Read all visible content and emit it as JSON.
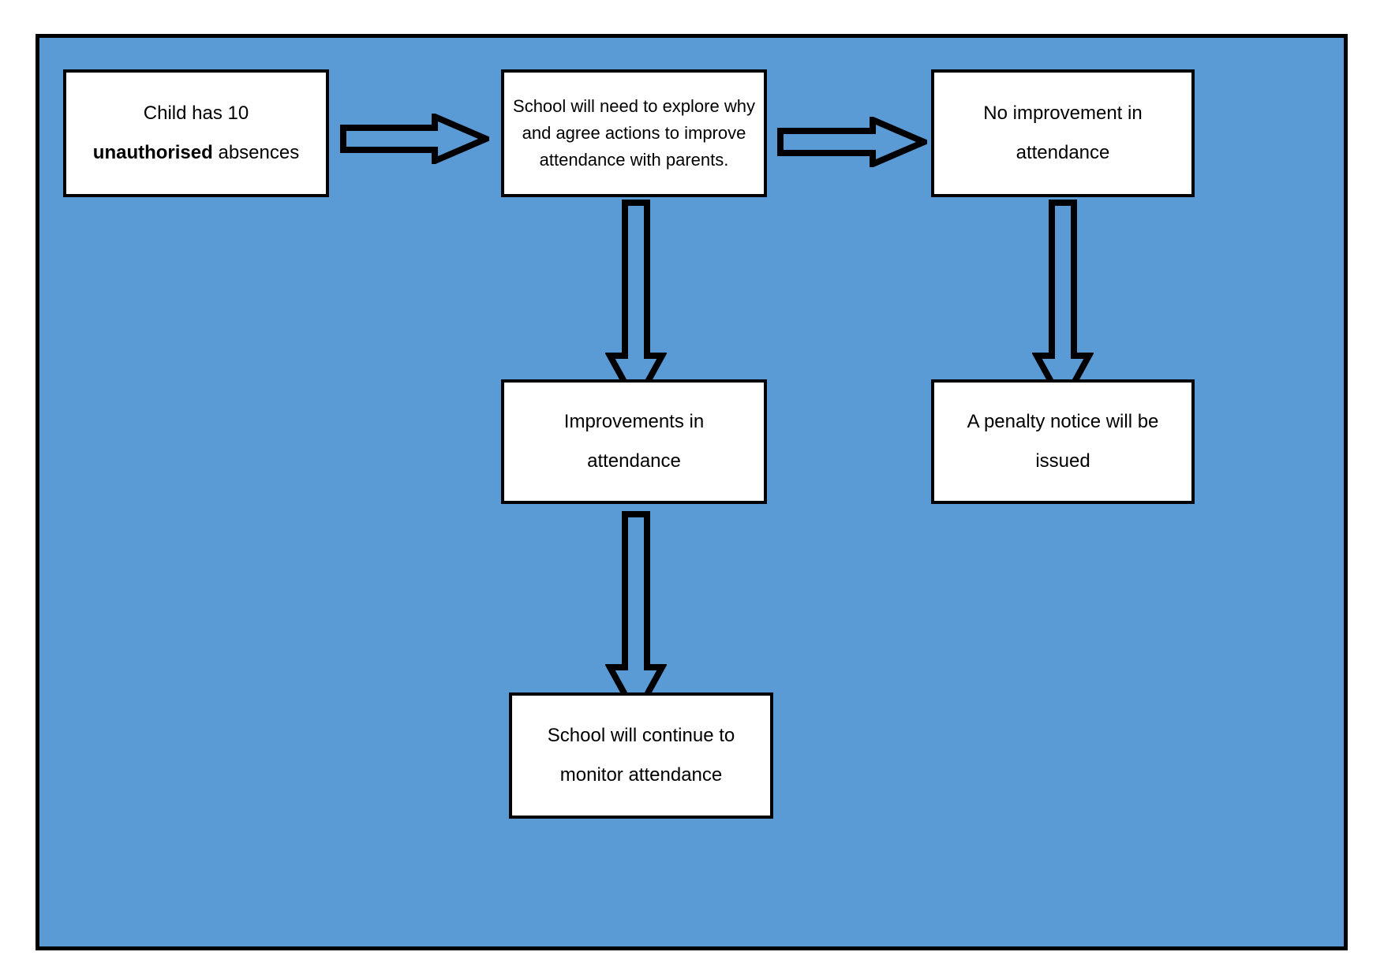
{
  "diagram": {
    "title": "School attendance unauthorised absence escalation flowchart",
    "background_color": "#5B9BD5",
    "node_fill": "#FFFFFF",
    "stroke_color": "#000000",
    "nodes": [
      {
        "id": "node-child-absences",
        "name": "child-absences-box",
        "lines": [
          "Child has 10",
          "unauthorised absences"
        ],
        "line1": "Child has 10",
        "line2_bold": "unauthorised",
        "line2_rest": " absences",
        "font_size": 24
      },
      {
        "id": "node-school-explore",
        "name": "school-explore-box",
        "lines": [
          "School will need to explore why",
          "and agree actions to improve",
          "attendance with parents."
        ],
        "line1": "School will need to explore why",
        "line2": "and agree actions to improve",
        "line3": "attendance with parents.",
        "font_size": 22
      },
      {
        "id": "node-no-improvement",
        "name": "no-improvement-box",
        "lines": [
          "No improvement in",
          "attendance"
        ],
        "line1": "No improvement in",
        "line2": "attendance",
        "font_size": 24
      },
      {
        "id": "node-improvements",
        "name": "improvements-box",
        "lines": [
          "Improvements in",
          "attendance"
        ],
        "line1": "Improvements in",
        "line2": "attendance",
        "font_size": 24
      },
      {
        "id": "node-penalty-notice",
        "name": "penalty-notice-box",
        "lines": [
          "A penalty notice will be",
          "issued"
        ],
        "line1": "A penalty notice will be",
        "line2": "issued",
        "font_size": 24
      },
      {
        "id": "node-monitor",
        "name": "monitor-attendance-box",
        "lines": [
          "School will continue to",
          "monitor attendance"
        ],
        "line1": "School will continue to",
        "line2": "monitor attendance",
        "font_size": 24
      }
    ],
    "connectors": [
      {
        "id": "arrow-1",
        "name": "arrow-right-child-to-school",
        "direction": "right",
        "from": "node-child-absences",
        "to": "node-school-explore"
      },
      {
        "id": "arrow-2",
        "name": "arrow-right-school-to-no-improvement",
        "direction": "right",
        "from": "node-school-explore",
        "to": "node-no-improvement"
      },
      {
        "id": "arrow-3",
        "name": "arrow-down-school-to-improvements",
        "direction": "down",
        "from": "node-school-explore",
        "to": "node-improvements"
      },
      {
        "id": "arrow-4",
        "name": "arrow-down-no-improvement-to-penalty",
        "direction": "down",
        "from": "node-no-improvement",
        "to": "node-penalty-notice"
      },
      {
        "id": "arrow-5",
        "name": "arrow-down-improvements-to-monitor",
        "direction": "down",
        "from": "node-improvements",
        "to": "node-monitor"
      }
    ]
  }
}
